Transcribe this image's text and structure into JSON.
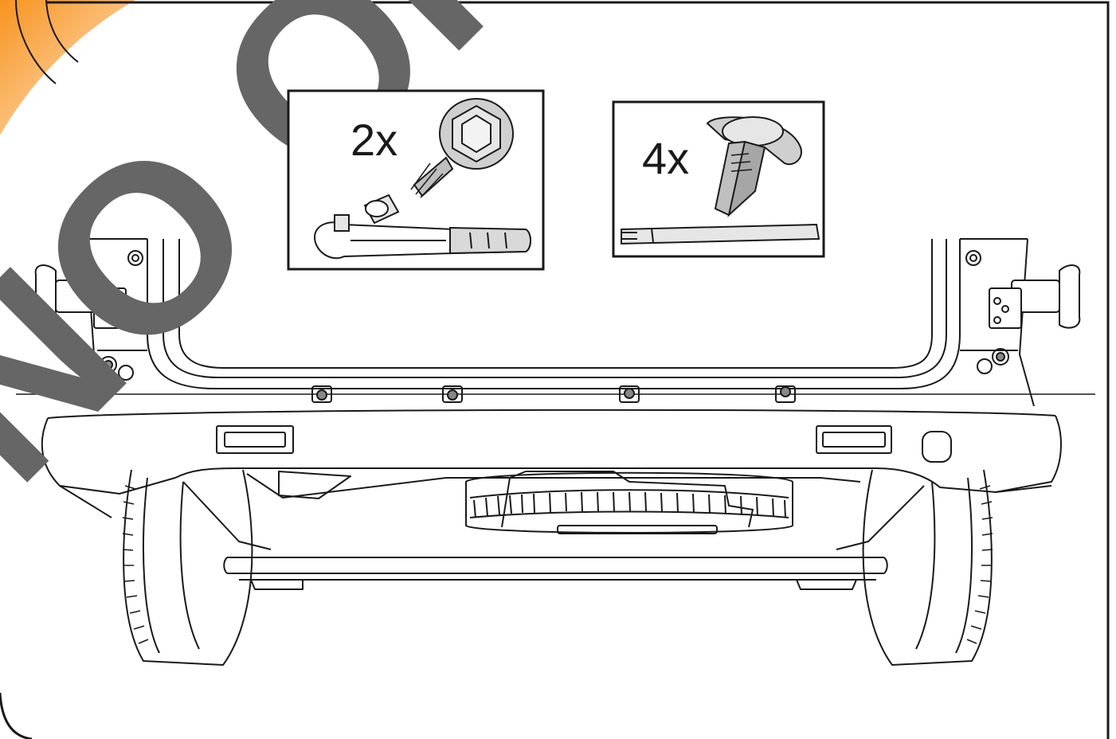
{
  "parts": {
    "bolt_kit": {
      "quantity_label": "2x"
    },
    "clip_kit": {
      "quantity_label": "4x"
    }
  },
  "watermark": {
    "text": "NO ORI"
  },
  "colors": {
    "line": "#1a1a1a",
    "watermark": "#666666",
    "accent_corner": "#f7931e",
    "part_fill": "#bfbfbf",
    "background": "#ffffff"
  },
  "icons": {
    "bolt": "hex-flange-bolt-icon",
    "socket": "socket-icon",
    "ratchet": "ratchet-wrench-icon",
    "clip": "push-clip-icon",
    "pry_tool": "trim-removal-tool-icon"
  }
}
